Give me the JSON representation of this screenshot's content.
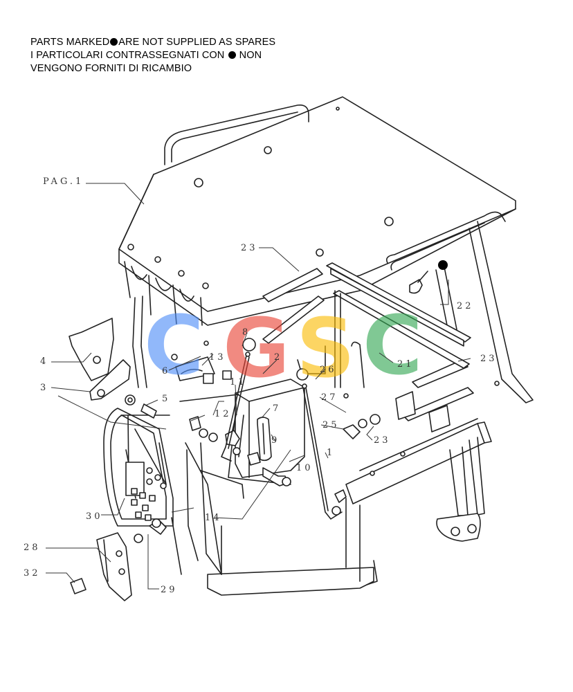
{
  "header": {
    "line1_pre": "PARTS MARKED",
    "line1_post": "ARE NOT SUPPLIED AS SPARES",
    "line2_pre": "I  PARTICOLARI  CONTRASSEGNATI  CON",
    "line2_post": "NON",
    "line3": "VENGONO FORNITI DI RICAMBIO"
  },
  "watermark": {
    "letters": [
      "C",
      "G",
      "S",
      "C"
    ],
    "colors": [
      "#4f8ef7",
      "#ea4335",
      "#fbbc05",
      "#34a853"
    ]
  },
  "labels": {
    "pag": "PAG.1",
    "l23a": "23",
    "l22": "22",
    "l4": "4",
    "l3": "3",
    "l6": "6",
    "l13": "13",
    "l5": "5",
    "l12": "12",
    "l8": "8",
    "l2": "2",
    "l26": "26",
    "l21": "21",
    "l23b": "23",
    "l27": "27",
    "l25": "25",
    "l23c": "23",
    "l7": "7",
    "l9": "9",
    "l1": "1",
    "l10": "10",
    "l11": "11",
    "l14": "14",
    "l30": "30",
    "l28": "28",
    "l32": "32",
    "l29": "29"
  }
}
